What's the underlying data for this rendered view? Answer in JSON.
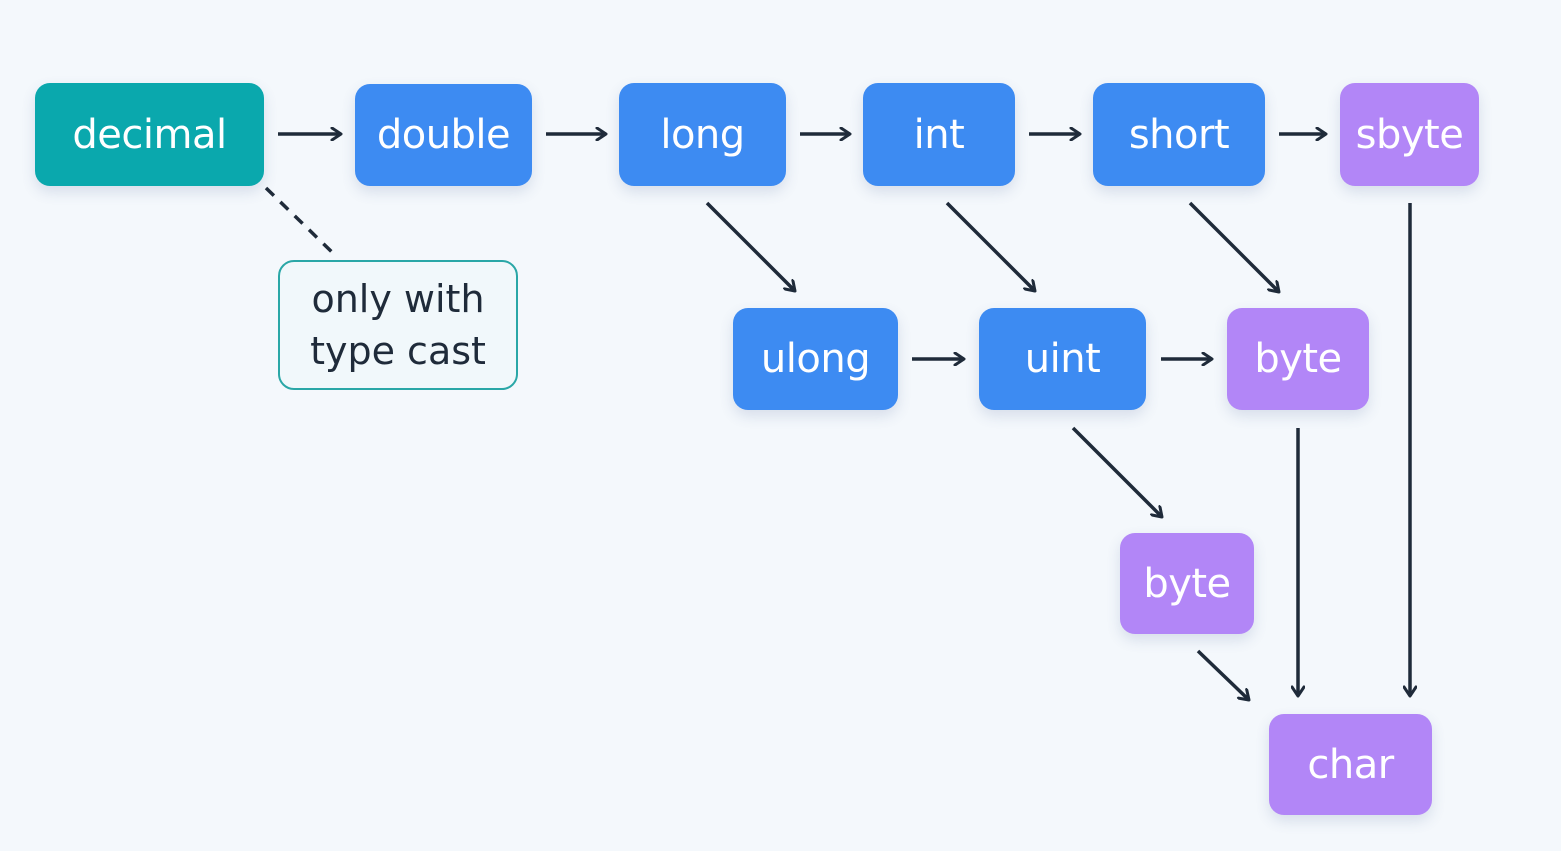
{
  "colors": {
    "background": "#f4f8fc",
    "teal": "#0aa8ad",
    "blue": "#3d8bf2",
    "purple": "#b286f7",
    "arrow": "#1f2b3a",
    "note_border": "#2aa7a7"
  },
  "nodes": {
    "decimal": "decimal",
    "double": "double",
    "long": "long",
    "int": "int",
    "short": "short",
    "sbyte": "sbyte",
    "ulong": "ulong",
    "uint": "uint",
    "byte_right": "byte",
    "byte_lower": "byte",
    "char": "char"
  },
  "note": {
    "line1": "only with",
    "line2": "type cast"
  },
  "edges": [
    {
      "from": "decimal",
      "to": "double",
      "style": "solid"
    },
    {
      "from": "double",
      "to": "long",
      "style": "solid"
    },
    {
      "from": "long",
      "to": "int",
      "style": "solid"
    },
    {
      "from": "int",
      "to": "short",
      "style": "solid"
    },
    {
      "from": "short",
      "to": "sbyte",
      "style": "solid"
    },
    {
      "from": "long",
      "to": "ulong",
      "style": "solid"
    },
    {
      "from": "int",
      "to": "uint",
      "style": "solid"
    },
    {
      "from": "short",
      "to": "byte_right",
      "style": "solid"
    },
    {
      "from": "ulong",
      "to": "uint",
      "style": "solid"
    },
    {
      "from": "uint",
      "to": "byte_right",
      "style": "solid"
    },
    {
      "from": "uint",
      "to": "byte_lower",
      "style": "solid"
    },
    {
      "from": "byte_lower",
      "to": "char",
      "style": "solid"
    },
    {
      "from": "byte_right",
      "to": "char",
      "style": "solid"
    },
    {
      "from": "sbyte",
      "to": "char",
      "style": "solid"
    },
    {
      "from": "decimal",
      "to": "note",
      "style": "dashed"
    }
  ]
}
